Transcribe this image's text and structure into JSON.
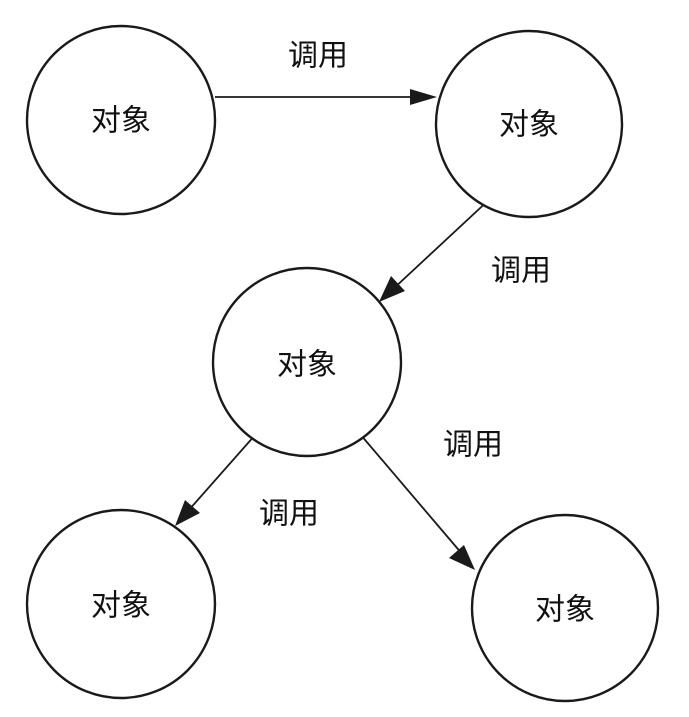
{
  "diagram": {
    "nodes": [
      {
        "label": "对象"
      },
      {
        "label": "对象"
      },
      {
        "label": "对象"
      },
      {
        "label": "对象"
      },
      {
        "label": "对象"
      }
    ],
    "edges": [
      {
        "label": "调用"
      },
      {
        "label": "调用"
      },
      {
        "label": "调用"
      },
      {
        "label": "调用"
      }
    ]
  }
}
